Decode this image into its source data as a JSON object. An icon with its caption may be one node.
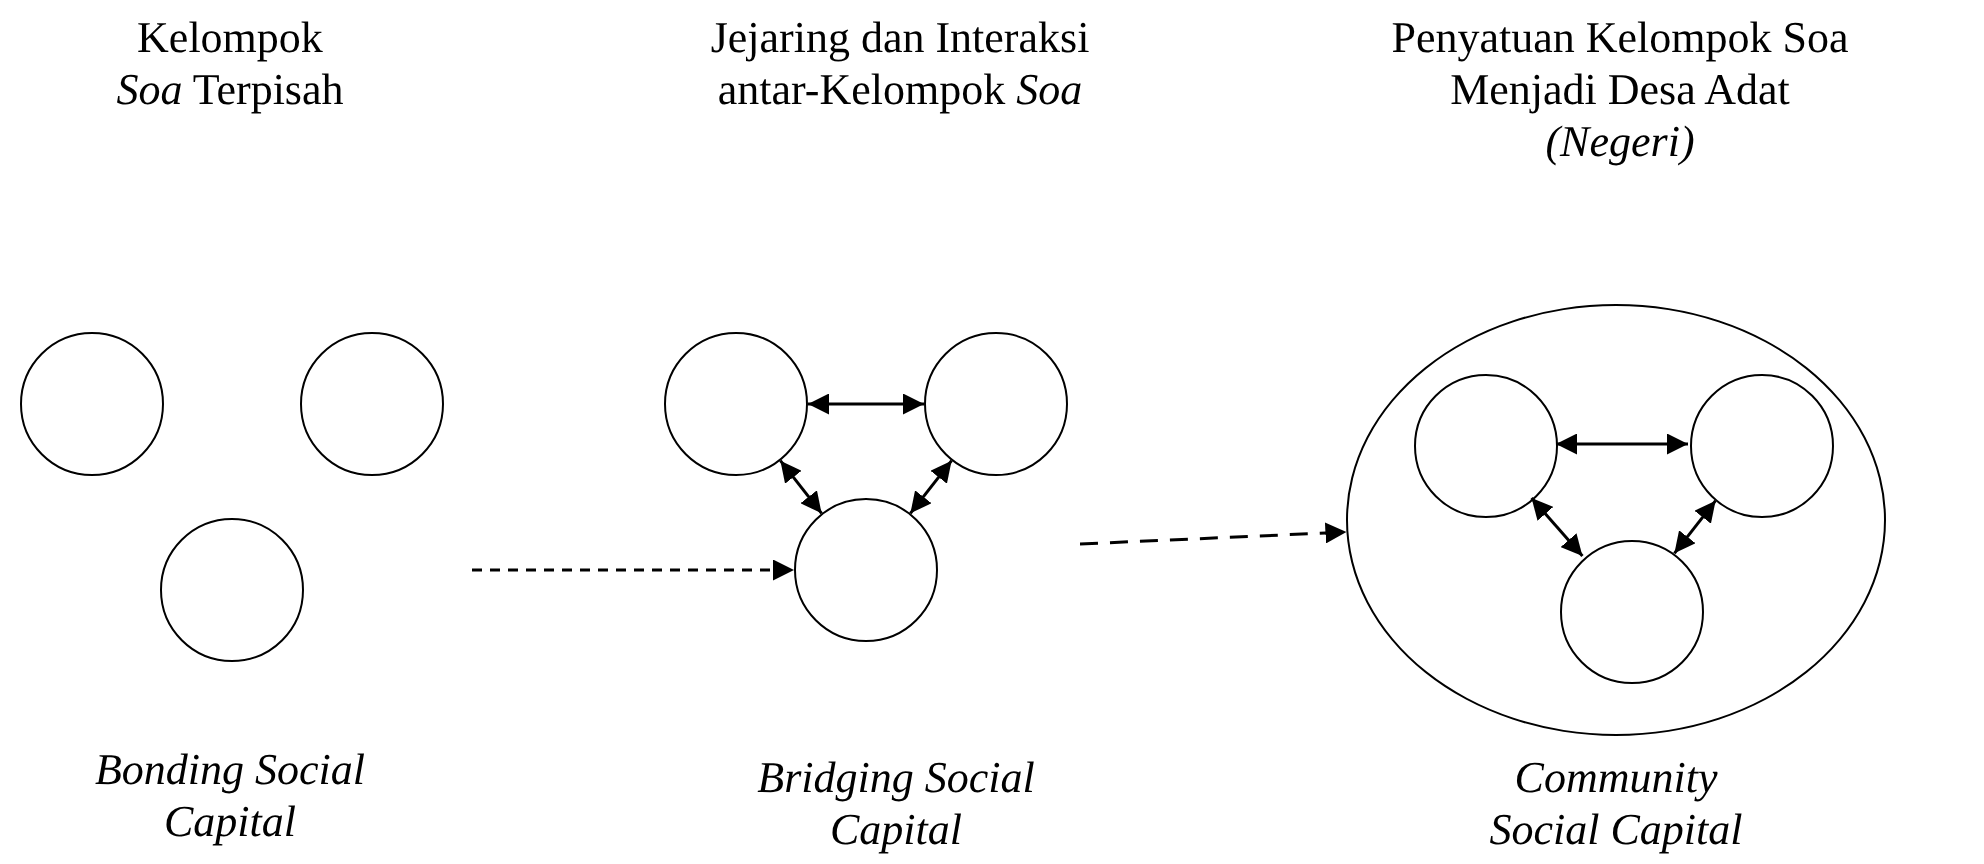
{
  "diagram": {
    "nodes": [
      {
        "text": [],
        "shape": "circle"
      },
      {
        "text": [],
        "shape": "circle"
      },
      {
        "text": [],
        "shape": "circle"
      },
      {
        "text": [],
        "shape": "circle"
      },
      {
        "text": [],
        "shape": "circle"
      },
      {
        "text": [],
        "shape": "circle"
      },
      {
        "text": [],
        "shape": "circle"
      },
      {
        "text": [],
        "shape": "circle",
        "in": 6
      },
      {
        "text": [],
        "shape": "circle",
        "in": 6
      },
      {
        "text": [],
        "shape": "circle",
        "in": 6
      }
    ],
    "edges": [
      {
        "from": null,
        "to": 5,
        "arrow": "to",
        "style": "dashed"
      },
      {
        "from": 3,
        "to": 4,
        "arrow": "both"
      },
      {
        "from": 3,
        "to": 5,
        "arrow": "both"
      },
      {
        "from": 4,
        "to": 5,
        "arrow": "both"
      },
      {
        "from": null,
        "to": 6,
        "arrow": "to",
        "style": "dashed"
      },
      {
        "from": 7,
        "to": 8,
        "arrow": "both"
      },
      {
        "from": 7,
        "to": 9,
        "arrow": "both"
      },
      {
        "from": 8,
        "to": 9,
        "arrow": "both"
      }
    ],
    "labels": [
      "Kelompok *Soa* Terpisah",
      "Jejaring dan Interaksi antar-Kelompok *Soa*",
      "Penyatuan Kelompok Soa Menjadi Desa Adat *(Negeri)*",
      "Bonding Social Capital",
      "Bridging Social Capital",
      "Community Social Capital"
    ]
  }
}
